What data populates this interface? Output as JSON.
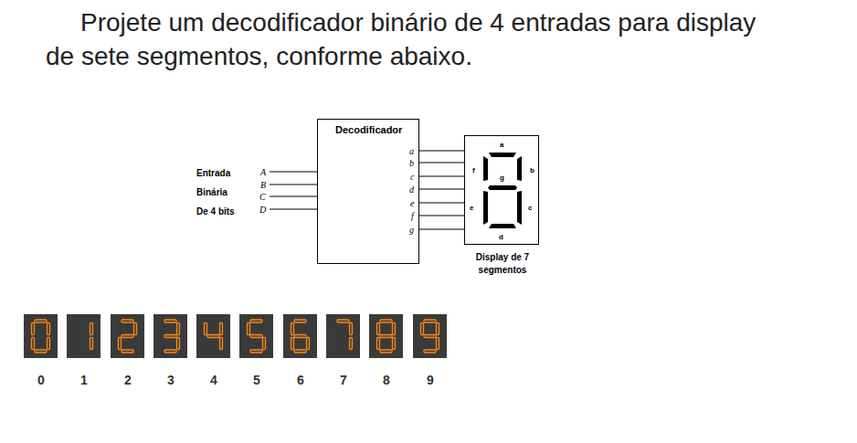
{
  "diagram": {
    "title": "Projete um decodificador binário de 4 entradas para display de sete segmentos, conforme abaixo.",
    "nodes": [
      {
        "text": [
          "Decodificador"
        ]
      },
      {
        "text": [
          "Display de 7 segmentos"
        ]
      }
    ],
    "edges": [
      {
        "from": 0,
        "to": 1,
        "arrow": "none"
      },
      {
        "from": 0,
        "to": 1,
        "arrow": "none"
      },
      {
        "from": 0,
        "to": 1,
        "arrow": "none"
      },
      {
        "from": 0,
        "to": 1,
        "arrow": "none"
      },
      {
        "from": 0,
        "to": 1,
        "arrow": "none"
      },
      {
        "from": 0,
        "to": 1,
        "arrow": "none"
      },
      {
        "from": 0,
        "to": 1,
        "arrow": "none"
      }
    ],
    "labels": [
      "Entrada",
      "A",
      "B",
      "Binária",
      "C",
      "De 4 bits",
      "D",
      "a",
      "b",
      "c",
      "d",
      "e",
      "f",
      "g",
      "a",
      "f",
      "b",
      "g",
      "e",
      "c",
      "d",
      "0",
      "1",
      "2",
      "3",
      "4",
      "5",
      "6",
      "7",
      "8",
      "9"
    ]
  }
}
